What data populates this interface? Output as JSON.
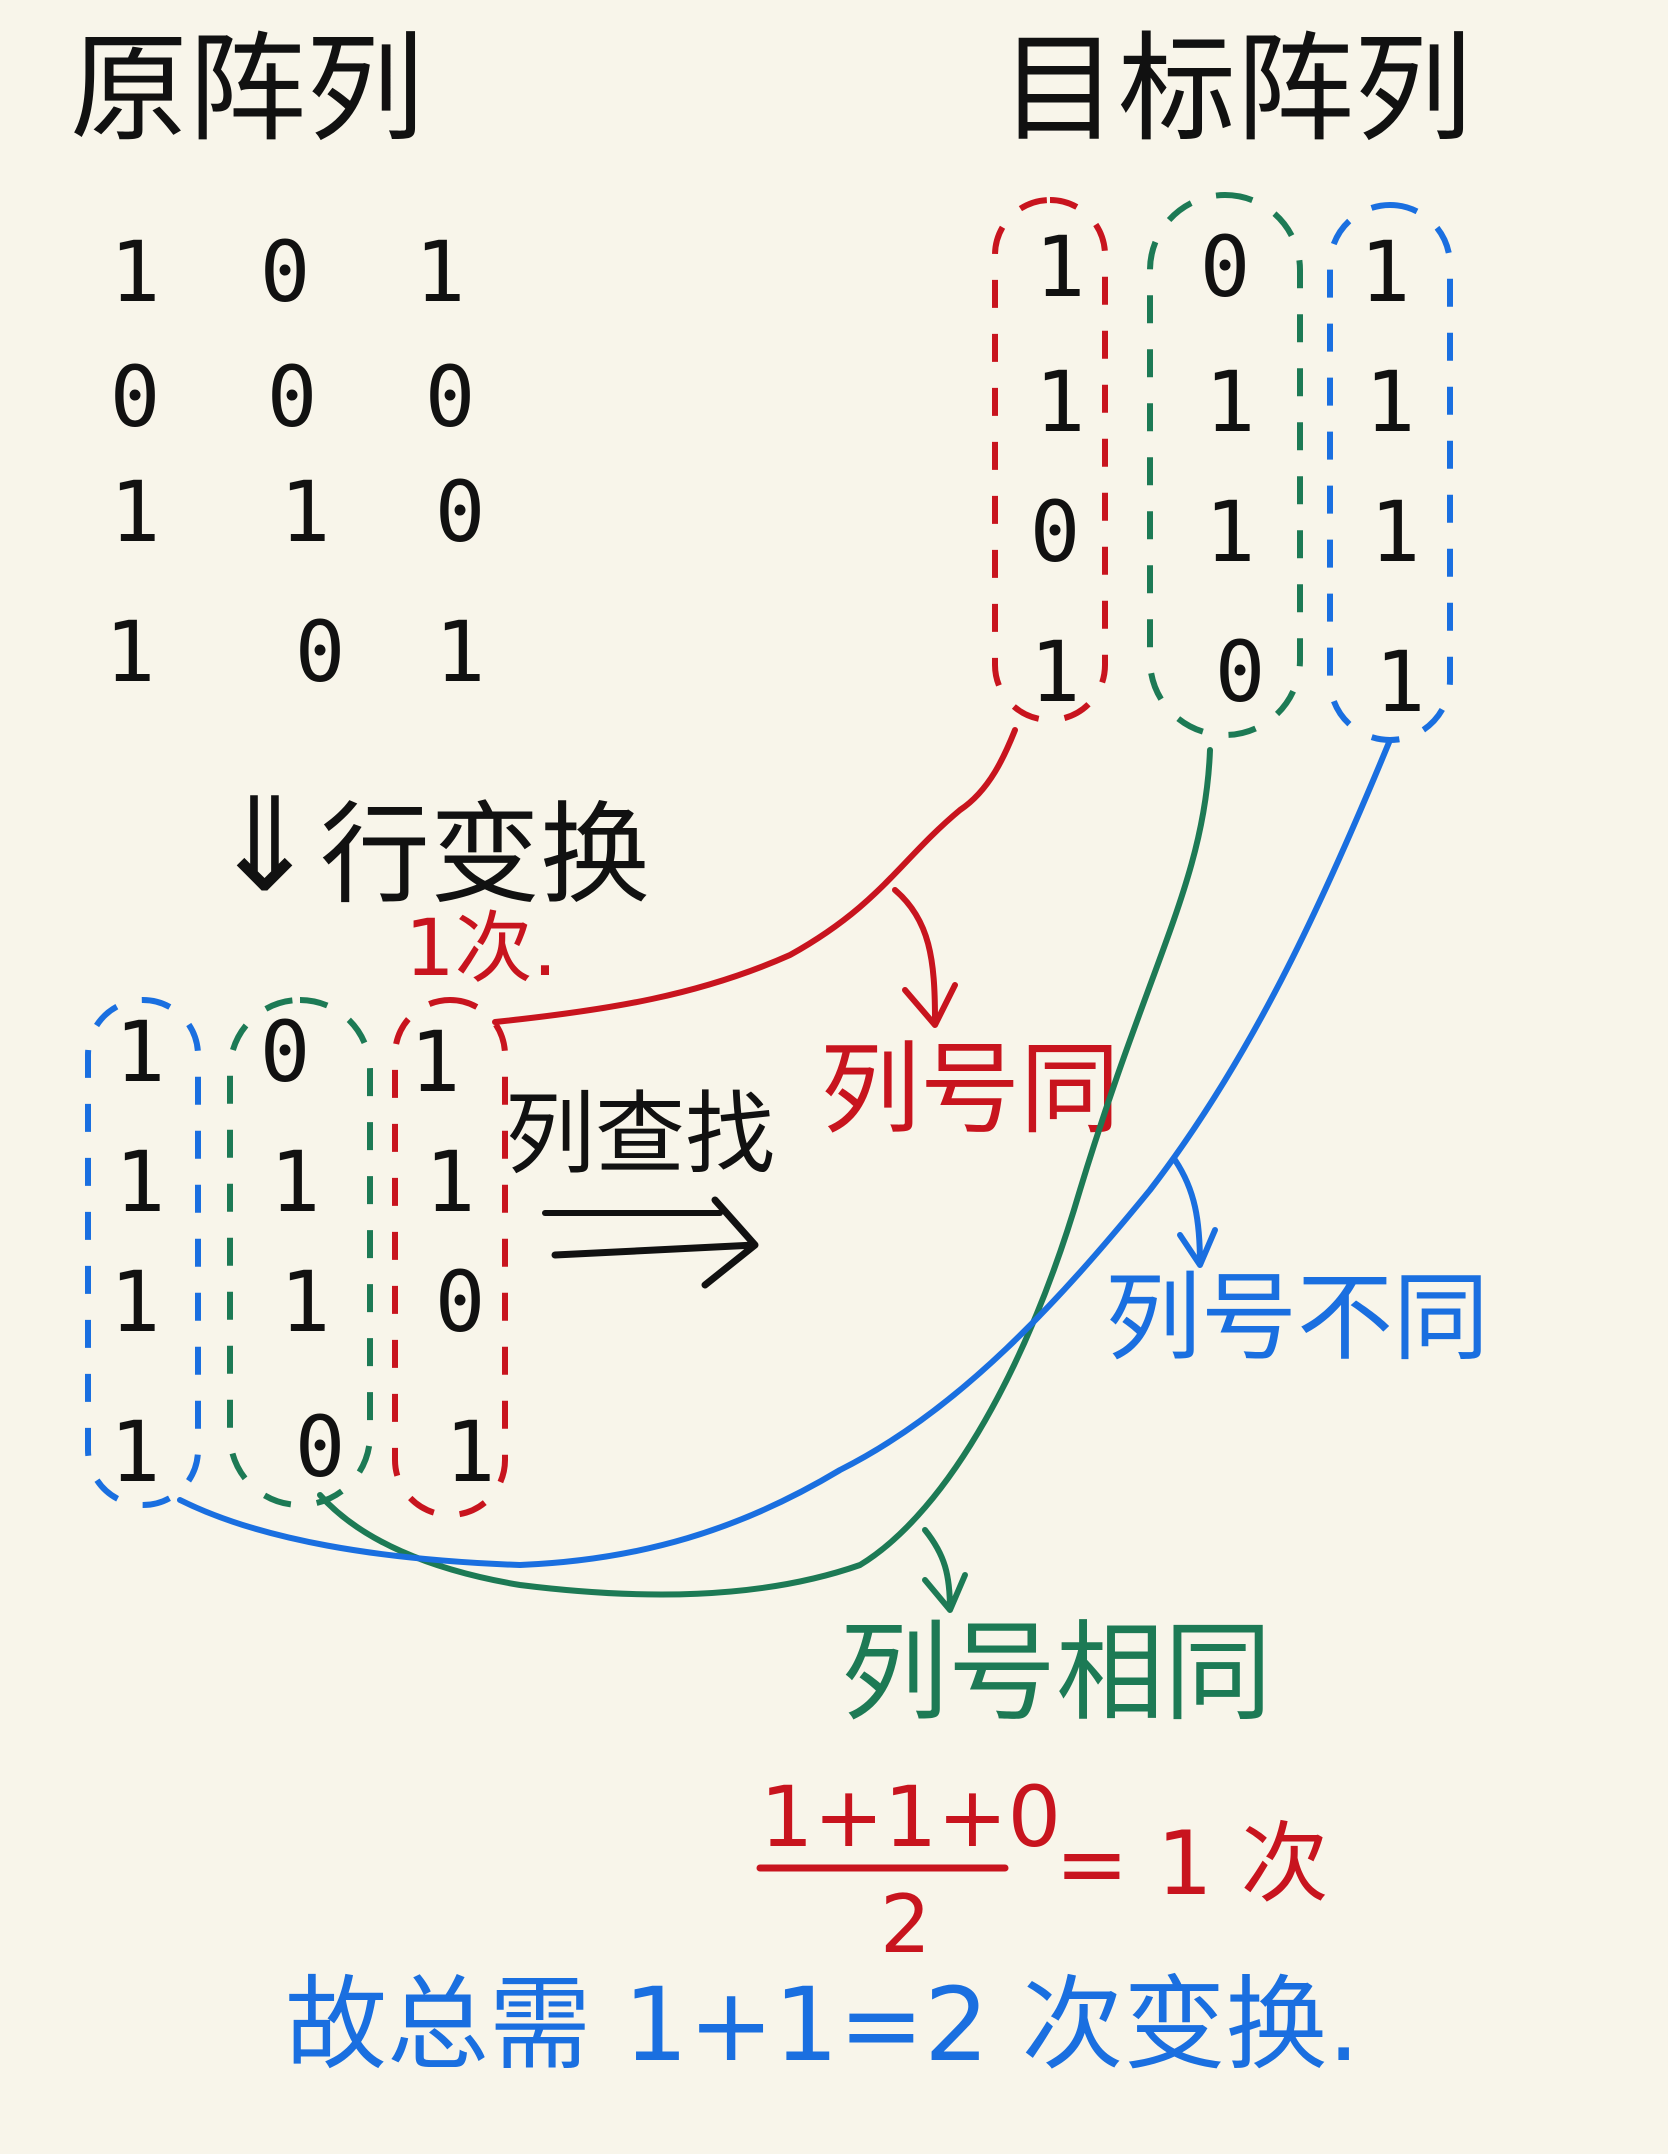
{
  "titles": {
    "original": "原阵列",
    "target": "目标阵列"
  },
  "original_matrix": [
    [
      "1",
      "0",
      "1"
    ],
    [
      "0",
      "0",
      "0"
    ],
    [
      "1",
      "1",
      "0"
    ],
    [
      "1",
      "0",
      "1"
    ]
  ],
  "target_matrix": [
    [
      "1",
      "0",
      "1"
    ],
    [
      "1",
      "1",
      "1"
    ],
    [
      "0",
      "1",
      "1"
    ],
    [
      "1",
      "0",
      "1"
    ]
  ],
  "transformed_matrix": [
    [
      "1",
      "0",
      "1"
    ],
    [
      "1",
      "1",
      "1"
    ],
    [
      "1",
      "1",
      "0"
    ],
    [
      "1",
      "0",
      "1"
    ]
  ],
  "labels": {
    "row_transform": "行变换",
    "row_transform_count": "1次.",
    "column_search": "列查找",
    "same_col_red": "列号同",
    "diff_col_blue": "列号不同",
    "same_col_green": "列号相同",
    "fraction_numerator": "1+1+0",
    "fraction_denominator": "2",
    "fraction_result": "= 1 次",
    "conclusion": "故总需 1+1=2 次变换."
  },
  "colors": {
    "ink": "#111111",
    "red": "#c8141e",
    "green": "#1d7a55",
    "blue": "#1a6fe0",
    "paper": "#f8f5ea"
  }
}
